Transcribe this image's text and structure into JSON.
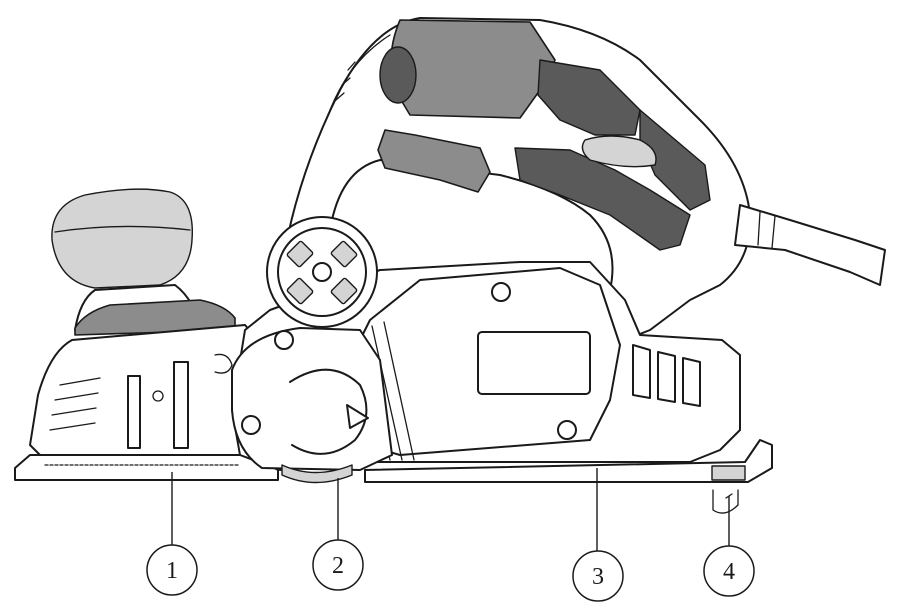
{
  "callouts": [
    {
      "id": "1",
      "label": "1"
    },
    {
      "id": "2",
      "label": "2"
    },
    {
      "id": "3",
      "label": "3"
    },
    {
      "id": "4",
      "label": "4"
    }
  ],
  "colors": {
    "line": "#1a1a1a",
    "body": "#ffffff",
    "grip_grey": "#8c8c8c",
    "light_grey": "#d4d4d4",
    "dark_grey": "#5a5a5a"
  }
}
